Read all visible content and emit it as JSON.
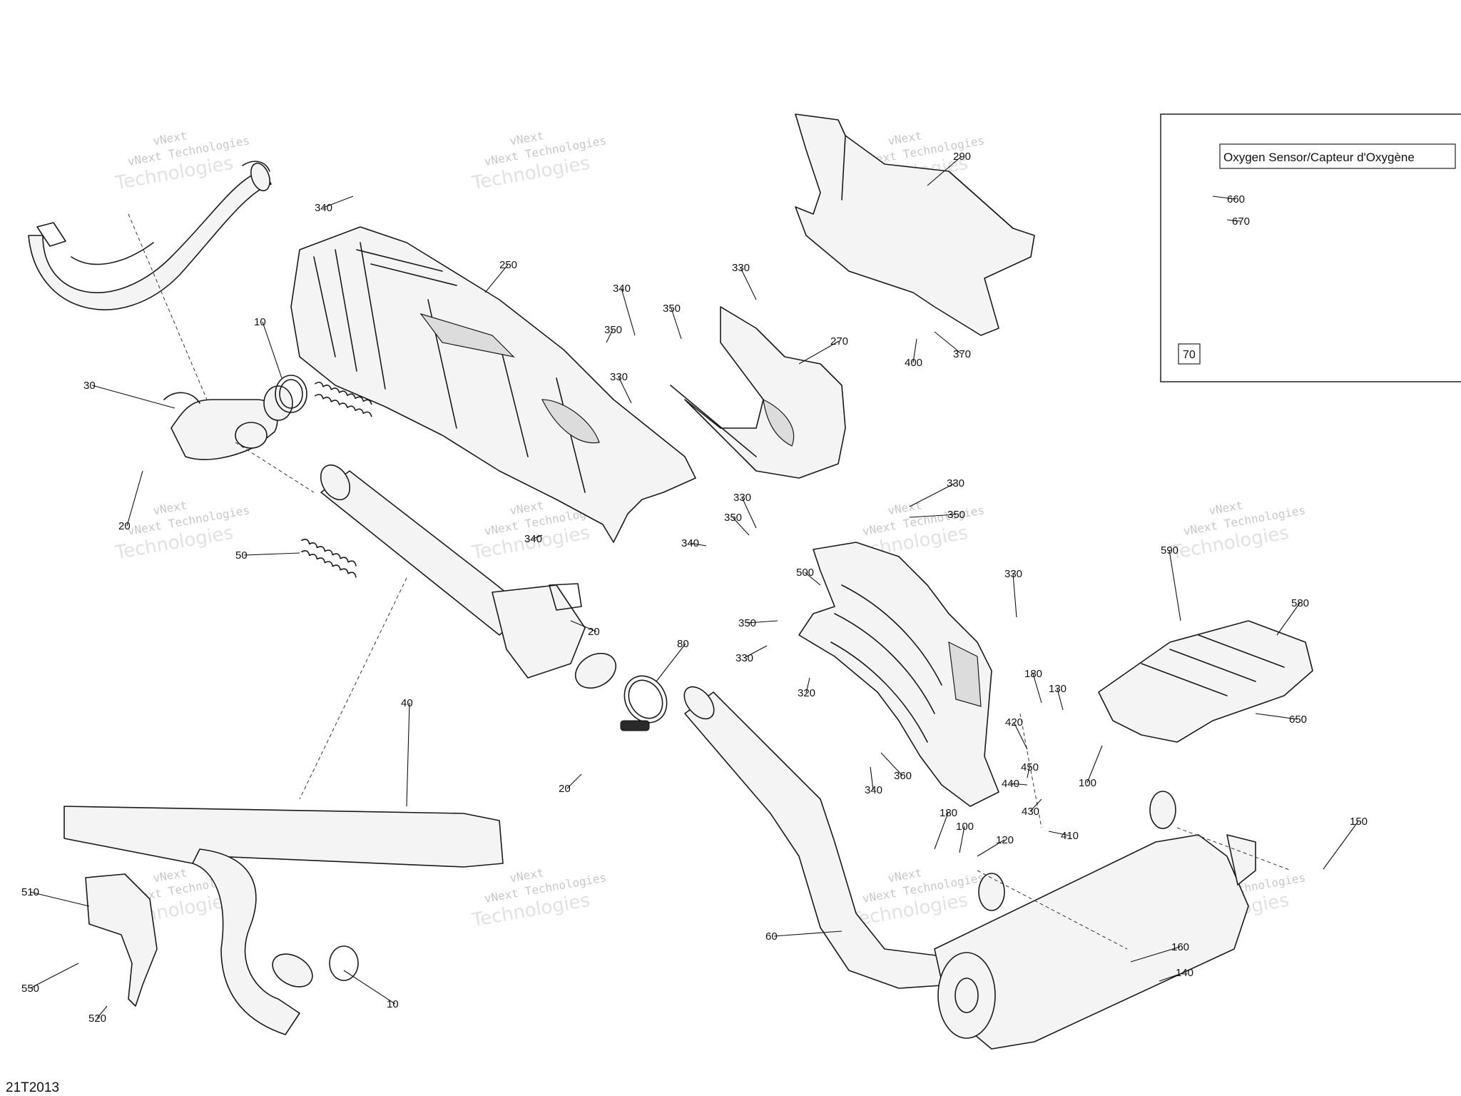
{
  "diagram": {
    "code": "21T2013",
    "watermark": {
      "brand": "vNext",
      "line1": "vNext Technologies",
      "line2": "Technologies"
    },
    "inset": {
      "title": "Oxygen Sensor/Capteur d'Oxygène",
      "ref": "70"
    },
    "callouts": [
      "10",
      "10",
      "20",
      "20",
      "20",
      "30",
      "40",
      "50",
      "60",
      "80",
      "100",
      "100",
      "120",
      "130",
      "140",
      "150",
      "160",
      "180",
      "180",
      "250",
      "270",
      "290",
      "320",
      "330",
      "330",
      "330",
      "330",
      "330",
      "330",
      "340",
      "340",
      "340",
      "340",
      "340",
      "350",
      "350",
      "350",
      "350",
      "350",
      "360",
      "370",
      "400",
      "410",
      "420",
      "430",
      "440",
      "450",
      "500",
      "510",
      "520",
      "550",
      "580",
      "590",
      "650",
      "660",
      "670"
    ]
  }
}
